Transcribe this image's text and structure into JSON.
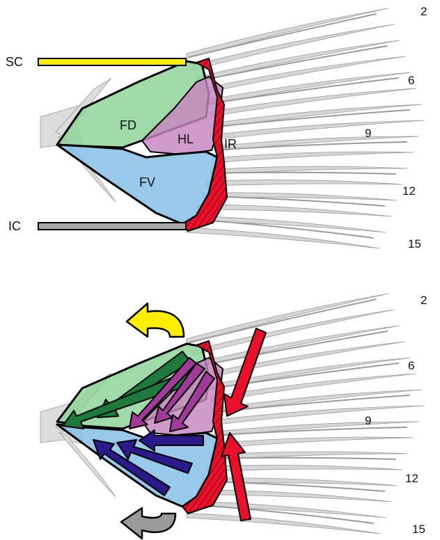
{
  "top_panel": {
    "labels": {
      "sc": "SC",
      "ic": "IC",
      "fd": "FD",
      "hl": "HL",
      "fv": "FV",
      "ir": "IR"
    },
    "ray_numbers": [
      "2",
      "6",
      "9",
      "12",
      "15"
    ]
  },
  "bottom_panel": {
    "ray_numbers": [
      "2",
      "6",
      "9",
      "12",
      "15"
    ]
  },
  "colors": {
    "fin_ray": "#d6d6d6",
    "fin_ray_edge": "#9a9a9a",
    "fd_muscle": "#8fd49a",
    "hl_muscle": "#c685bf",
    "fv_muscle": "#86bfe6",
    "ir_muscle": "#e8102a",
    "sc_bar": "#ffee00",
    "ic_bar": "#a8a8a8",
    "arrow_green": "#1e7a3a",
    "arrow_purple": "#a23a9a",
    "arrow_navy": "#2a1a8a",
    "arrow_red": "#e8102a",
    "arrow_yellow": "#ffee00",
    "arrow_gray": "#9a9a9a"
  }
}
